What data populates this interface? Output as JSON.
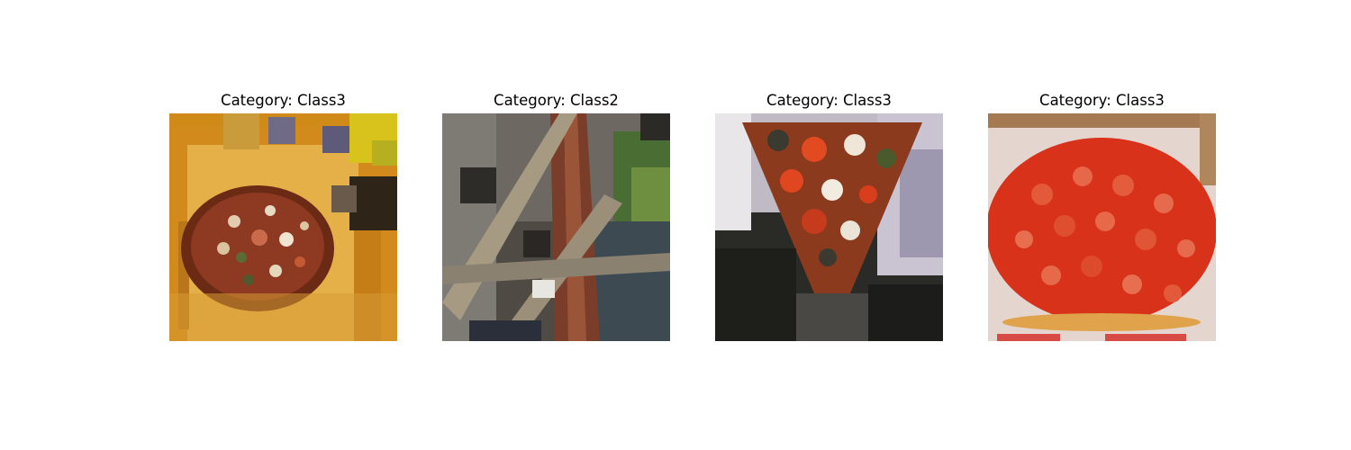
{
  "figure": {
    "panels": [
      {
        "title": "Category: Class3",
        "scene": "pizza-on-wooden-board"
      },
      {
        "title": "Category: Class2",
        "scene": "branches-and-foliage"
      },
      {
        "title": "Category: Class3",
        "scene": "pizza-slice-closeup"
      },
      {
        "title": "Category: Class3",
        "scene": "pepperoni-pizza-in-box"
      }
    ]
  },
  "colors": {
    "wood": "#d7951f",
    "pizza_red": "#d8321b",
    "dark_crust": "#6b2a14",
    "box_white": "#e8dcd6"
  }
}
